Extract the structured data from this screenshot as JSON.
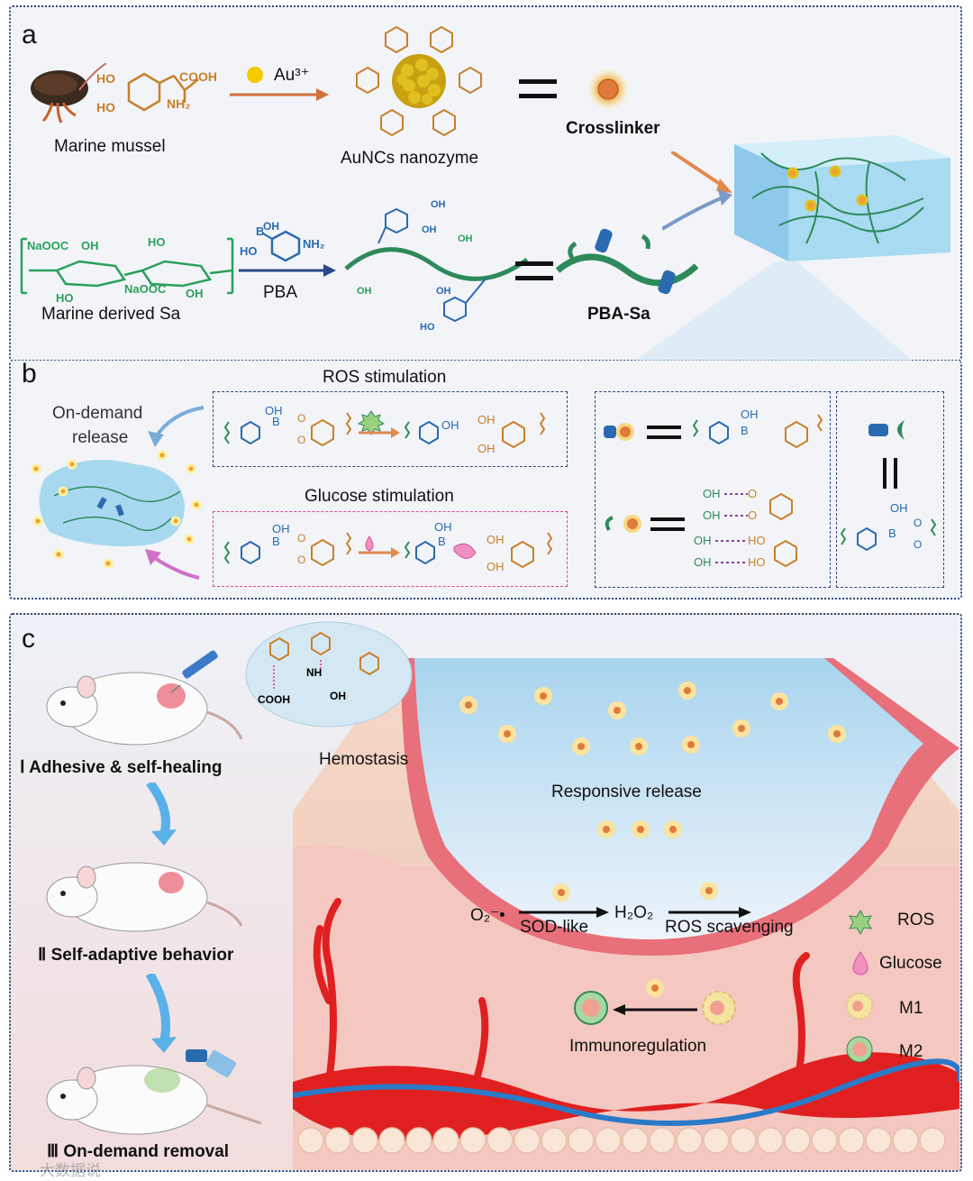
{
  "panels": {
    "a": "a",
    "b": "b",
    "c": "c"
  },
  "panel_a": {
    "mussel_label": "Marine mussel",
    "au_label": "Au³⁺",
    "nanozyme_label": "AuNCs nanozyme",
    "crosslinker_label": "Crosslinker",
    "sa_label": "Marine derived Sa",
    "pba_arrow_label": "PBA",
    "pba_sa_label": "PBA-Sa",
    "chem_cooh": "COOH",
    "chem_nh2": "NH₂",
    "chem_ho": "HO",
    "chem_naooc": "NaOOC",
    "chem_oh": "OH"
  },
  "panel_b": {
    "on_demand": "On-demand",
    "release": "release",
    "ros_stim": "ROS stimulation",
    "glucose_stim": "Glucose stimulation"
  },
  "panel_c": {
    "hemostasis": "Hemostasis",
    "step1": "Ⅰ Adhesive & self-healing",
    "step2": "Ⅱ Self-adaptive behavior",
    "step3": "Ⅲ On-demand removal",
    "responsive_release": "Responsive release",
    "o2": "O₂⁻•",
    "sod_like": "SOD-like",
    "h2o2": "H₂O₂",
    "ros_scavenging": "ROS scavenging",
    "immunoregulation": "Immunoregulation",
    "cooh": "COOH",
    "nh": "NH",
    "oh": "OH",
    "legend": {
      "ros": "ROS",
      "glucose": "Glucose",
      "m1": "M1",
      "m2": "M2"
    }
  },
  "watermark": "大数据说",
  "colors": {
    "catechol": "#c8802a",
    "pba": "#2a6ab0",
    "polymer": "#2e8a5a",
    "gold": "#e8a030",
    "hydrogel": "#a8d8f0",
    "tissue": "#f4c0b0",
    "vessel": "#e02020"
  }
}
